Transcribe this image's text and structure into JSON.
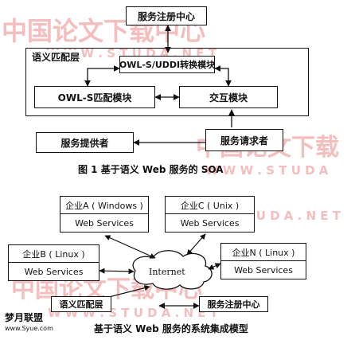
{
  "fig1": {
    "service_registry": "服务注册中心",
    "semantic_layer": "语义匹配层",
    "owls_uddi": "OWL-S/UDDI转换模块",
    "owls_match": "OWL-S匹配模块",
    "interaction": "交互模块",
    "provider": "服务提供者",
    "requester": "服务请求者",
    "caption": "图 1   基于语义 Web 服务的 SOA"
  },
  "fig2": {
    "enterprises": [
      {
        "name": "企业A ( Windows )",
        "service": "Web Services"
      },
      {
        "name": "企业C ( Unix )",
        "service": "Web Services"
      },
      {
        "name": "企业B ( Linux )",
        "service": "Web Services"
      },
      {
        "name": "企业N ( Linux )",
        "service": "Web Services"
      }
    ],
    "internet": "Internet",
    "semantic_layer": "语义匹配层",
    "service_registry": "服务注册中心",
    "caption": "基于语义 Web 服务的系统集成模型"
  },
  "watermark": {
    "cn": "中国论文下载中心",
    "en": "W W W . S T U D A . N E T",
    "cn_right": "中国论文下载",
    "en_right": "W W W . S T U D A"
  },
  "logo": {
    "title": "梦月联盟",
    "url": "www.Syue.com"
  }
}
